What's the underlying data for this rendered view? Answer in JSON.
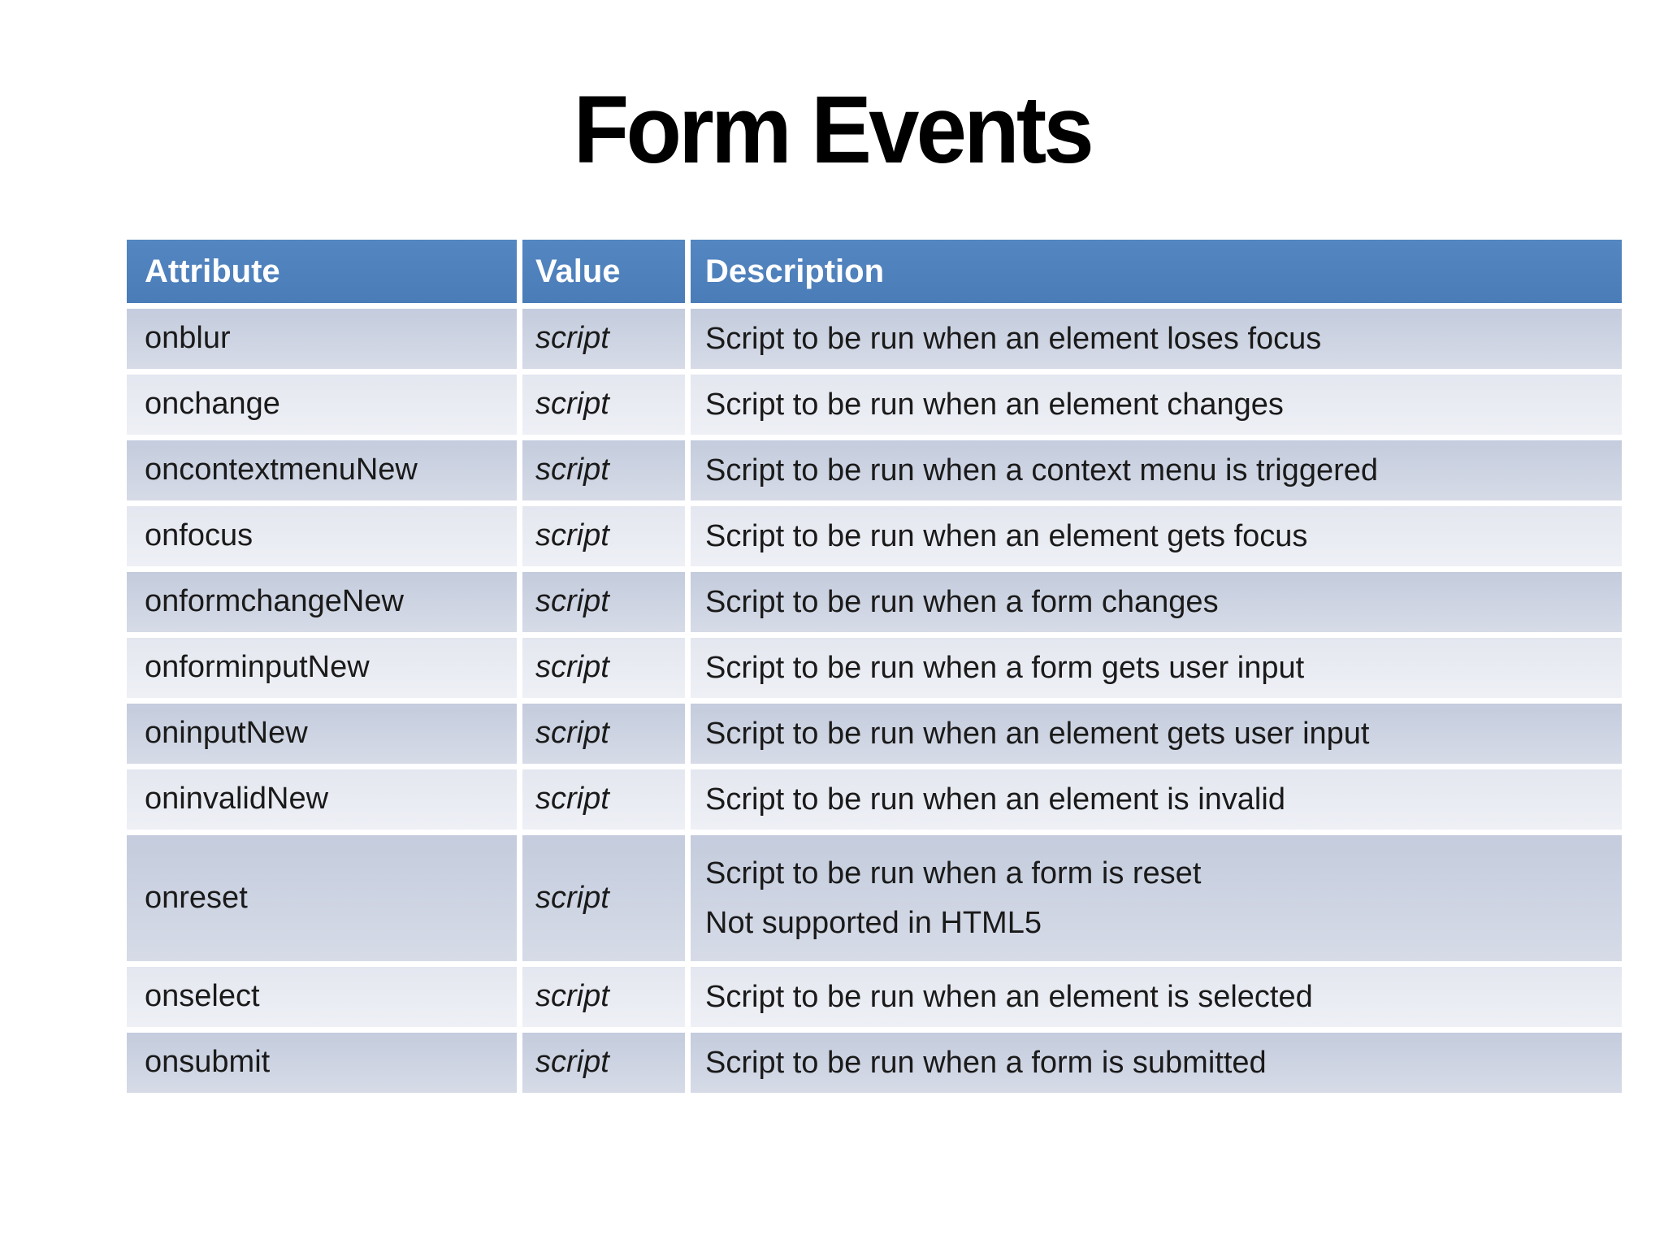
{
  "title": "Form Events",
  "colors": {
    "header_bg": "#4d80bd",
    "header_text": "#ffffff",
    "row_dark_top": "#c4ccdd",
    "row_dark_bottom": "#d6dbe7",
    "row_light_top": "#e4e7ef",
    "row_light_bottom": "#eef0f6",
    "background": "#ffffff",
    "text": "#1a1a1a"
  },
  "table": {
    "columns": [
      "Attribute",
      "Value",
      "Description"
    ],
    "rows": [
      {
        "attribute": "onblur",
        "value": "script",
        "description": [
          "Script to be run when an element loses focus"
        ]
      },
      {
        "attribute": "onchange",
        "value": "script",
        "description": [
          "Script to be run when an element changes"
        ]
      },
      {
        "attribute": "oncontextmenuNew",
        "value": "script",
        "description": [
          "Script to be run when a context menu is triggered"
        ]
      },
      {
        "attribute": "onfocus",
        "value": "script",
        "description": [
          "Script to be run when an element gets focus"
        ]
      },
      {
        "attribute": "onformchangeNew",
        "value": "script",
        "description": [
          "Script to be run when a form changes"
        ]
      },
      {
        "attribute": "onforminputNew",
        "value": "script",
        "description": [
          "Script to be run when a form gets user input"
        ]
      },
      {
        "attribute": "oninputNew",
        "value": "script",
        "description": [
          "Script to be run when an element gets user input"
        ]
      },
      {
        "attribute": "oninvalidNew",
        "value": "script",
        "description": [
          "Script to be run when an element is invalid"
        ]
      },
      {
        "attribute": "onreset",
        "value": "script",
        "description": [
          "Script to be run when a form is reset",
          "Not supported in HTML5"
        ]
      },
      {
        "attribute": "onselect",
        "value": "script",
        "description": [
          "Script to be run when an element is selected"
        ]
      },
      {
        "attribute": "onsubmit",
        "value": "script",
        "description": [
          "Script to be run when a form is submitted"
        ]
      }
    ]
  }
}
